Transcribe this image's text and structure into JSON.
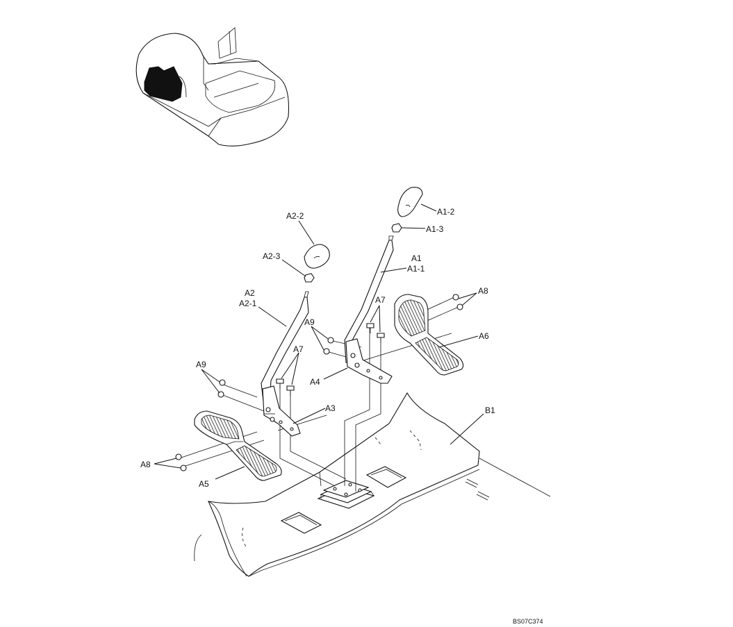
{
  "labels": {
    "a1_2": "A1-2",
    "a1_3": "A1-3",
    "a1": "A1",
    "a1_1": "A1-1",
    "a2_2": "A2-2",
    "a2_3": "A2-3",
    "a2": "A2",
    "a2_1": "A2-1",
    "a3": "A3",
    "a4": "A4",
    "a5": "A5",
    "a6": "A6",
    "a7_left": "A7",
    "a7_right": "A7",
    "a8_left": "A8",
    "a8_right": "A8",
    "a9_left": "A9",
    "a9_right": "A9",
    "b1": "B1"
  },
  "drawing_code": "BS07C374"
}
